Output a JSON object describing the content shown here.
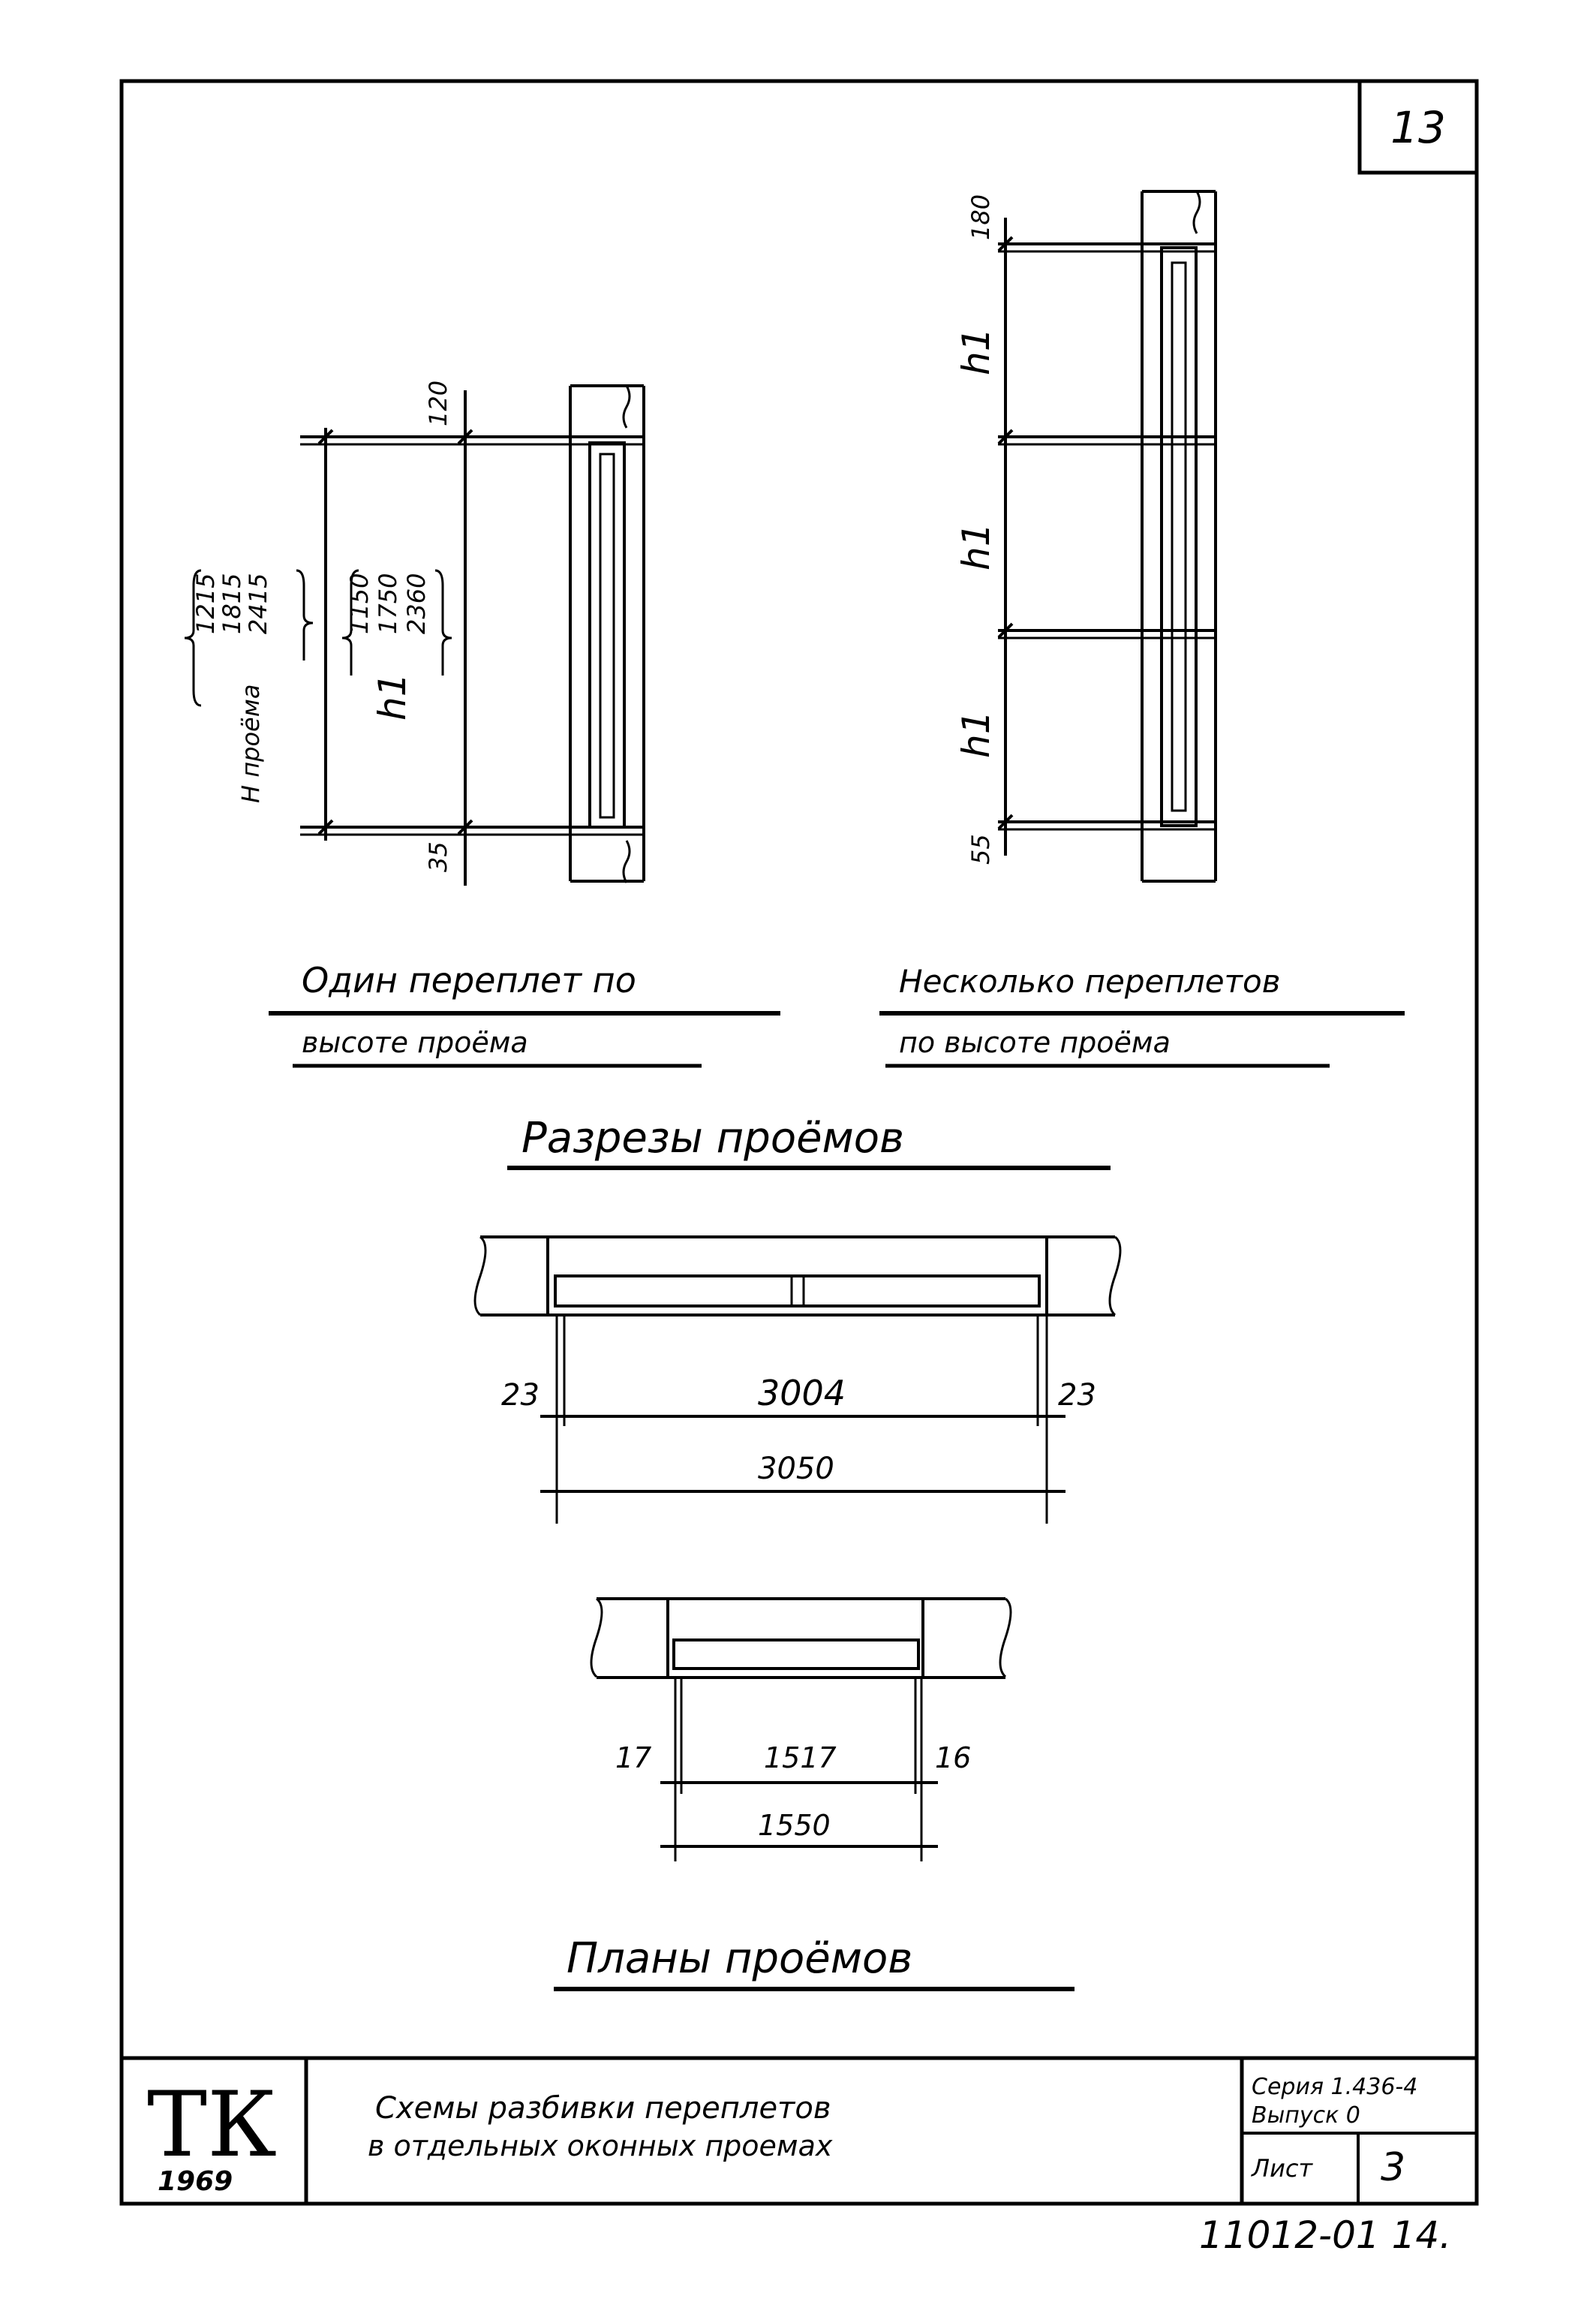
{
  "sheet_number": "13",
  "sections": {
    "left": {
      "dim_top": "120",
      "dim_bottom": "35",
      "h_label": "H проёма",
      "h_values": [
        "1215",
        "1815",
        "2415"
      ],
      "h1_values": [
        "1150",
        "1750",
        "2360"
      ],
      "h1_label": "h1",
      "caption_line1": "Один переплет по",
      "caption_line2": "высоте проёма"
    },
    "right": {
      "dim_top": "180",
      "dim_bottom": "55",
      "h1_label": "h1",
      "caption_line1": "Несколько переплетов",
      "caption_line2": "по высоте проёма"
    },
    "title": "Разрезы проёмов"
  },
  "plans": {
    "top": {
      "left_gap": "23",
      "inner": "3004",
      "right_gap": "23",
      "total": "3050"
    },
    "bottom": {
      "left_gap": "17",
      "inner": "1517",
      "right_gap": "16",
      "total": "1550"
    },
    "title": "Планы проёмов"
  },
  "title_block": {
    "logo": "ТК",
    "year": "1969",
    "title_line1": "Схемы разбивки переплетов",
    "title_line2": "в отдельных оконных проемах",
    "series": "Серия 1.436-4",
    "issue": "Выпуск 0",
    "sheet_label": "Лист",
    "sheet_value": "3"
  },
  "footer_code": "11012-01 14."
}
